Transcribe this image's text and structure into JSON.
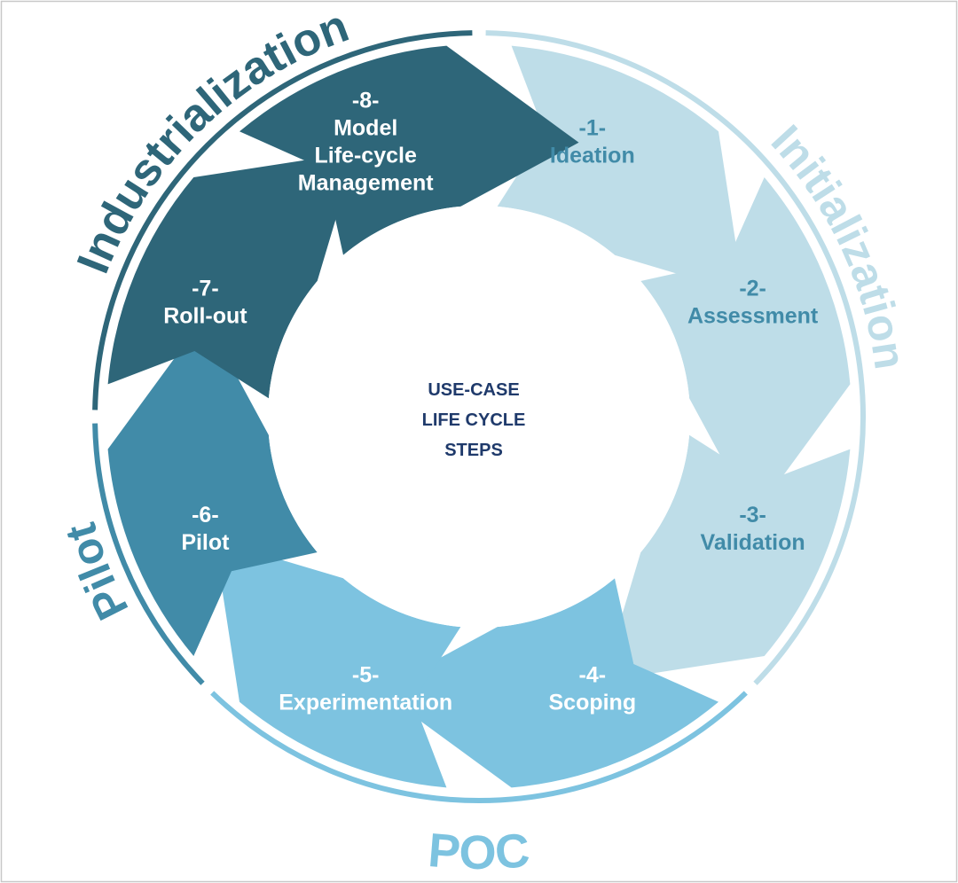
{
  "center": {
    "lines": [
      "USE-CASE",
      "LIFE CYCLE",
      "STEPS"
    ],
    "color": "#1f3a6b"
  },
  "phases": [
    {
      "id": "initialization",
      "label": "Initialization",
      "color": "#bedde8"
    },
    {
      "id": "poc",
      "label": "POC",
      "color": "#7dc3e0"
    },
    {
      "id": "pilot",
      "label": "Pilot",
      "color": "#418ba8"
    },
    {
      "id": "industrialization",
      "label": "Industrialization",
      "color": "#2e6679"
    }
  ],
  "steps": [
    {
      "number": "-1-",
      "name_lines": [
        "Ideation"
      ],
      "fill": "#bedde8",
      "text_color": "#418ba8"
    },
    {
      "number": "-2-",
      "name_lines": [
        "Assessment"
      ],
      "fill": "#bedde8",
      "text_color": "#418ba8"
    },
    {
      "number": "-3-",
      "name_lines": [
        "Validation"
      ],
      "fill": "#bedde8",
      "text_color": "#418ba8"
    },
    {
      "number": "-4-",
      "name_lines": [
        "Scoping"
      ],
      "fill": "#7dc3e0",
      "text_color": "#ffffff"
    },
    {
      "number": "-5-",
      "name_lines": [
        "Experimentation"
      ],
      "fill": "#7dc3e0",
      "text_color": "#ffffff"
    },
    {
      "number": "-6-",
      "name_lines": [
        "Pilot"
      ],
      "fill": "#418ba8",
      "text_color": "#ffffff"
    },
    {
      "number": "-7-",
      "name_lines": [
        "Roll-out"
      ],
      "fill": "#2e6679",
      "text_color": "#ffffff"
    },
    {
      "number": "-8-",
      "name_lines": [
        "Model",
        "Life-cycle",
        "Management"
      ],
      "fill": "#2e6679",
      "text_color": "#ffffff"
    }
  ]
}
